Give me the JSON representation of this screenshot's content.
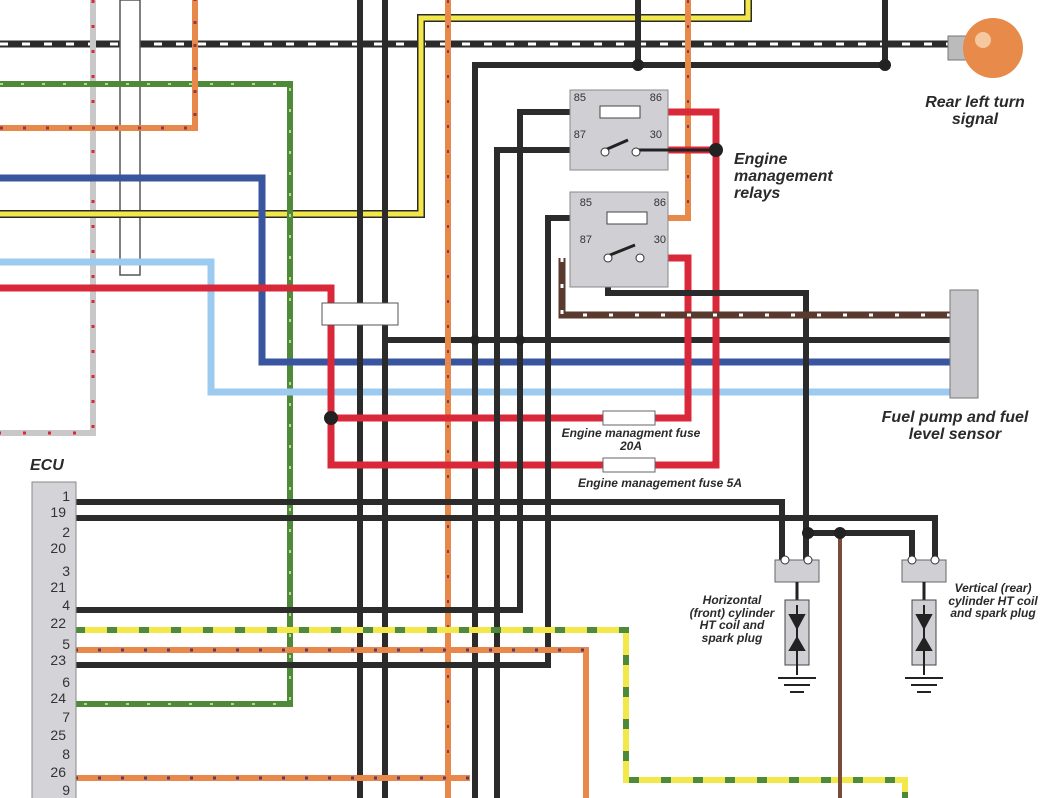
{
  "labels": {
    "rear_turn_signal": "Rear left turn signal",
    "relays": "Engine management relays",
    "fuel_pump": "Fuel pump and fuel level sensor",
    "fuse_20a": "Engine managment fuse 20A",
    "fuse_5a": "Engine management fuse 5A",
    "ecu": "ECU",
    "horizontal_coil": "Horizontal (front) cylinder HT coil and spark plug",
    "vertical_coil": "Vertical (rear) cylinder HT coil and spark plug"
  },
  "relay_terminals": {
    "relay1": [
      "85",
      "86",
      "87",
      "30"
    ],
    "relay2": [
      "85",
      "86",
      "87",
      "30"
    ]
  },
  "ecu_pins": [
    "1",
    "19",
    "2",
    "20",
    "3",
    "21",
    "4",
    "22",
    "5",
    "23",
    "6",
    "24",
    "7",
    "25",
    "8",
    "26",
    "9"
  ],
  "colors": {
    "black": "#2b2b2b",
    "red": "#d8283a",
    "yellow": "#f2e84a",
    "green": "#4f8a3a",
    "orange": "#e8884a",
    "blue": "#3a55a0",
    "light_blue": "#9ccbef",
    "brown": "#5a3a2e",
    "grey": "#c8c8c8"
  }
}
